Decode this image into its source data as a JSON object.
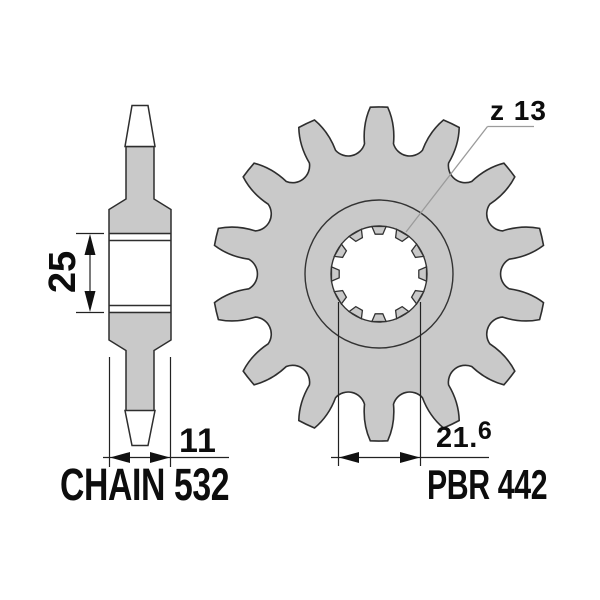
{
  "drawing": {
    "type": "technical-diagram",
    "subject": "front chain sprocket, side section view and front view",
    "side_view": {
      "hub_width_dim": "25",
      "tooth_thickness_dim": "11"
    },
    "front_view": {
      "teeth_count_label": "z 13",
      "bore_dim_main": "21.",
      "bore_dim_sup": "6"
    },
    "footer": {
      "chain_label": "CHAIN 532",
      "part_label": "PBR 442"
    }
  },
  "colors": {
    "metal_fill": "#c9c9c9",
    "outline": "#2e2e2e",
    "thin_line": "#333333",
    "dimension_line": "#222222",
    "leader_line": "#9b9b9b",
    "text": "#0d0d0d",
    "background": "#ffffff"
  }
}
